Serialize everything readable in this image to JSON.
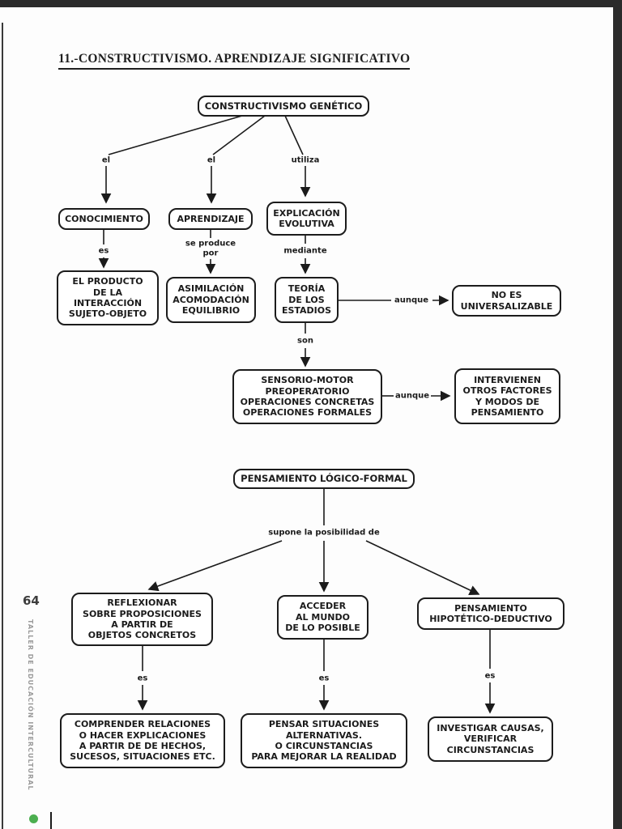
{
  "page": {
    "title": "11.-CONSTRUCTIVISMO. APRENDIZAJE SIGNIFICATIVO",
    "page_number": "64",
    "sidebar_vertical_text": "TALLER DE EDUCACIÓN INTERCULTURAL",
    "colors": {
      "accent_green": "#4caf50",
      "frame_bar": "#2b2b2b",
      "diagram_ink": "#1b1b1b",
      "sidebar_gray": "#9a9a9a"
    }
  },
  "map1": {
    "nodes": {
      "root": "CONSTRUCTIVISMO GENÉTICO",
      "conocimiento": "CONOCIMIENTO",
      "aprendizaje": "APRENDIZAJE",
      "explicacion": "EXPLICACIÓN\nEVOLUTIVA",
      "producto": "EL PRODUCTO\nDE LA\nINTERACCIÓN\nSUJETO-OBJETO",
      "asimilacion": "ASIMILACIÓN\nACOMODACIÓN\nEQUILIBRIO",
      "teoria": "TEORÍA\nDE LOS\nESTADIOS",
      "no_universalizable": "NO ES\nUNIVERSALIZABLE",
      "estadios_lista": "SENSORIO-MOTOR\nPREOPERATORIO\nOPERACIONES CONCRETAS\nOPERACIONES FORMALES",
      "intervienen": "INTERVIENEN\nOTROS FACTORES\nY MODOS DE\nPENSAMIENTO"
    },
    "labels": {
      "el_1": "el",
      "el_2": "el",
      "utiliza": "utiliza",
      "es": "es",
      "se_produce_por": "se produce\npor",
      "mediante": "mediante",
      "aunque_1": "aunque",
      "son": "son",
      "aunque_2": "aunque"
    }
  },
  "map2": {
    "nodes": {
      "root": "PENSAMIENTO LÓGICO-FORMAL",
      "reflexionar": "REFLEXIONAR\nSOBRE PROPOSICIONES\nA PARTIR DE\nOBJETOS CONCRETOS",
      "acceder": "ACCEDER\nAL MUNDO\nDE LO POSIBLE",
      "hipotetico": "PENSAMIENTO\nHIPOTÉTICO-DEDUCTIVO",
      "comprender": "COMPRENDER RELACIONES\nO HACER EXPLICACIONES\nA PARTIR DE DE HECHOS,\nSUCESOS, SITUACIONES ETC.",
      "pensar": "PENSAR SITUACIONES\nALTERNATIVAS.\nO CIRCUNSTANCIAS\nPARA MEJORAR LA REALIDAD",
      "investigar": "INVESTIGAR CAUSAS,\nVERIFICAR\nCIRCUNSTANCIAS"
    },
    "labels": {
      "supone": "supone la posibilidad de",
      "es_1": "es",
      "es_2": "es",
      "es_3": "es"
    }
  }
}
